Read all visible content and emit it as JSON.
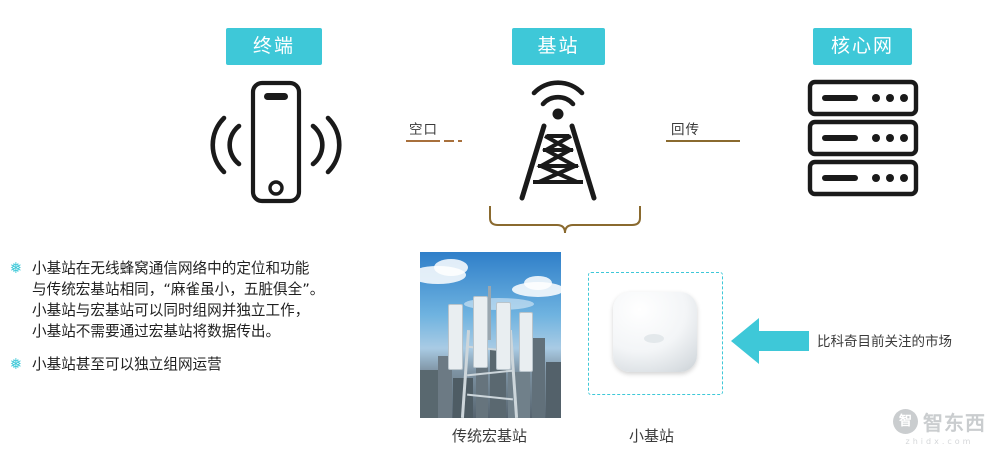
{
  "header": {
    "chips": [
      {
        "id": "terminal",
        "label": "终端"
      },
      {
        "id": "base_station",
        "label": "基站"
      },
      {
        "id": "core_network",
        "label": "核心网"
      }
    ]
  },
  "links": [
    {
      "id": "air_interface",
      "label": "空口"
    },
    {
      "id": "backhaul",
      "label": "回传"
    }
  ],
  "icons": {
    "terminal": "smartphone-icon",
    "base_station": "cell-tower-icon",
    "core_network": "server-rack-icon",
    "brace": "curly-brace-icon",
    "arrow": "left-arrow-icon",
    "bullet": "chevron-up-bullet-icon"
  },
  "captions": {
    "macro": "传统宏基站",
    "small_cell": "小基站",
    "market": "比科奇目前关注的市场"
  },
  "bullets": [
    {
      "text": "小基站在无线蜂窝通信网络中的定位和功能\n与传统宏基站相同，“麻雀虽小，五脏俱全”。\n小基站与宏基站可以同时组网并独立工作，\n小基站不需要通过宏基站将数据传出。"
    },
    {
      "text": "小基站甚至可以独立组网运营"
    }
  ],
  "watermark": {
    "badge": "智",
    "text": "智东西",
    "sub": "zhidx.com"
  },
  "colors": {
    "accent": "#3ec8d8",
    "air_link": "#a8703c",
    "backhaul_link": "#8a6a2f",
    "text": "#1f1f1f"
  }
}
